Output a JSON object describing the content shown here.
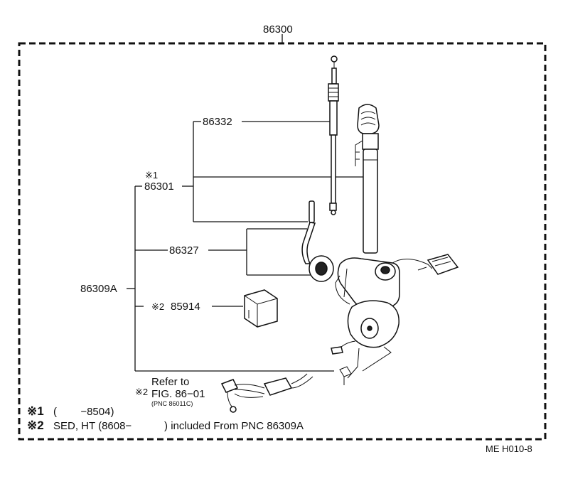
{
  "parts": {
    "assembly": "86300",
    "rod_group": "86332",
    "antenna_sub": "86301",
    "hose": "86327",
    "motor_assy": "86309A",
    "relay": "85914"
  },
  "marks": {
    "star1": "※1",
    "star2": "※2"
  },
  "refer": {
    "line1": "Refer to",
    "line2": "FIG. 86−01",
    "line3": "(PNC 86011C)"
  },
  "notes": [
    {
      "mark": "※1",
      "text": "(        −8504)"
    },
    {
      "mark": "※2",
      "text": "SED, HT (8608−           ) included From PNC 86309A"
    }
  ],
  "figure_code": "ME H010-8"
}
